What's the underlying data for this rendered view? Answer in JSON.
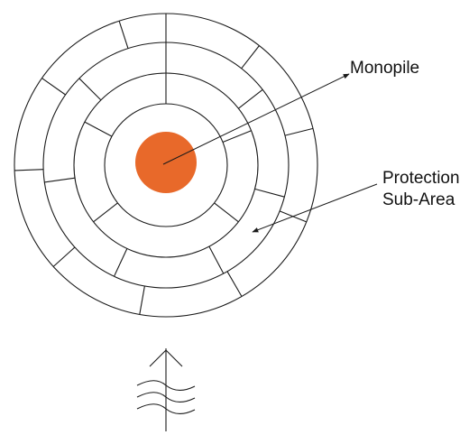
{
  "labels": {
    "monopile": "Monopile",
    "protection_line1": "Protection",
    "protection_line2": "Sub-Area"
  },
  "colors": {
    "monopile_fill": "#e8692a",
    "line": "#1a1a1a",
    "background": "#ffffff"
  },
  "icons": {
    "current_direction": "flow-arrow-with-waves-icon"
  }
}
